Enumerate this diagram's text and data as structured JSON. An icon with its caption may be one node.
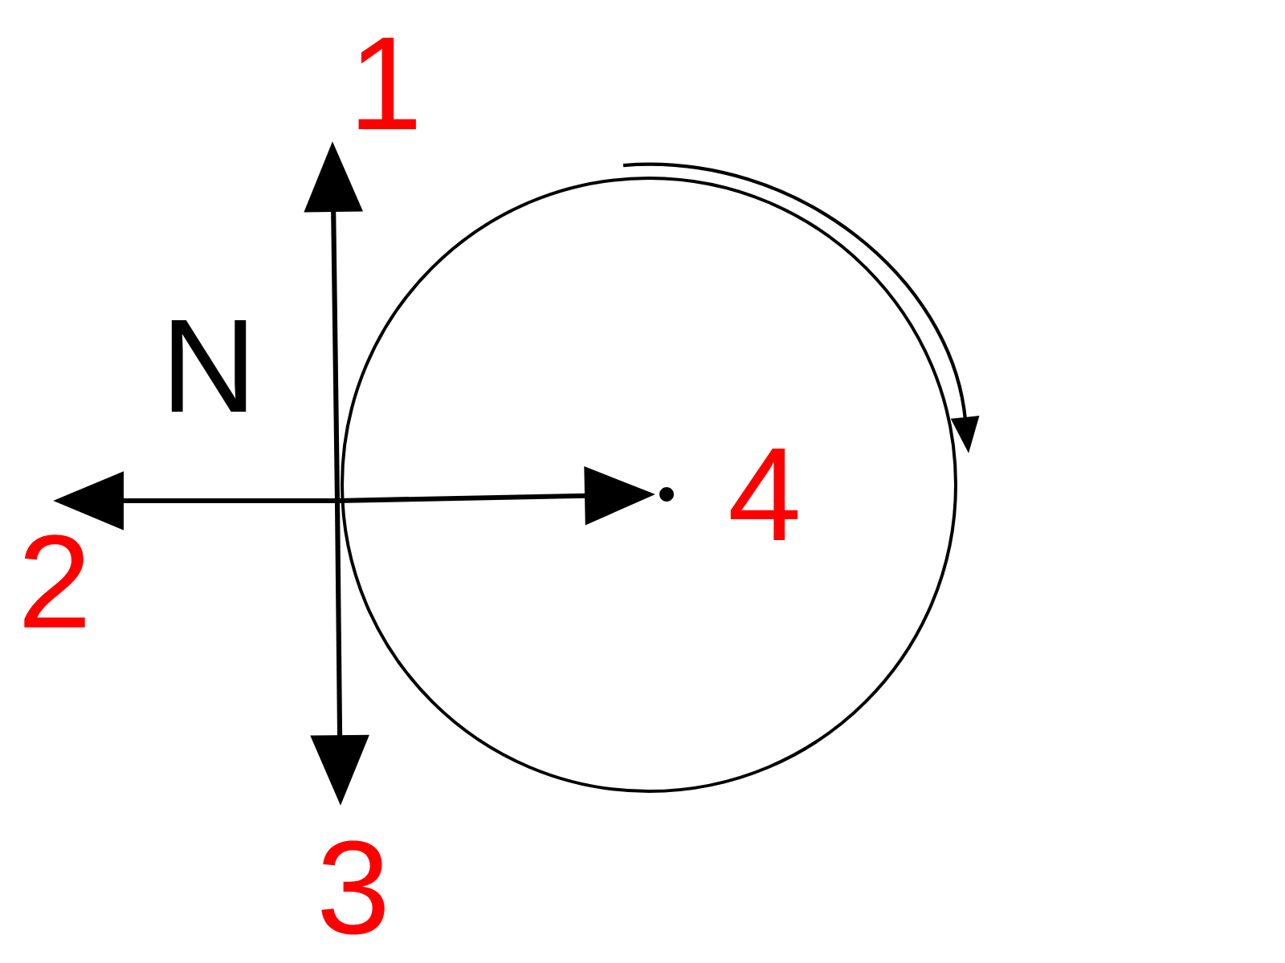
{
  "diagram": {
    "labels": [
      "1",
      "N",
      "4",
      "2",
      "3"
    ]
  }
}
